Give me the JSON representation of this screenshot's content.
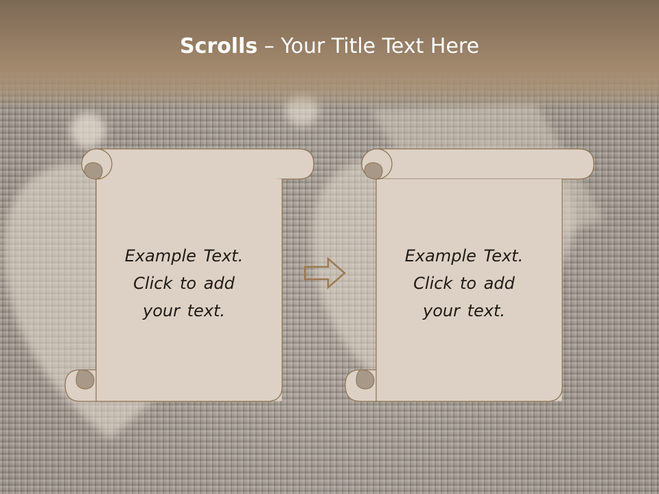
{
  "slide": {
    "title_bold": "Scrolls",
    "title_sep": " – ",
    "title_rest": "Your Title Text Here"
  },
  "scrolls": [
    {
      "lines": [
        "Example  Text.",
        "Click  to add",
        "your text."
      ]
    },
    {
      "lines": [
        "Example  Text.",
        "Click  to add",
        "your text."
      ]
    }
  ],
  "colors": {
    "header": "#8f7860",
    "scroll_fill": "#ddd1c5",
    "scroll_stroke": "#8b7355",
    "curl_shade": "#a89888",
    "arrow_stroke": "#9c7a52",
    "title_text": "#ffffff"
  },
  "icons": {
    "arrow": "right-arrow-outline-icon"
  }
}
